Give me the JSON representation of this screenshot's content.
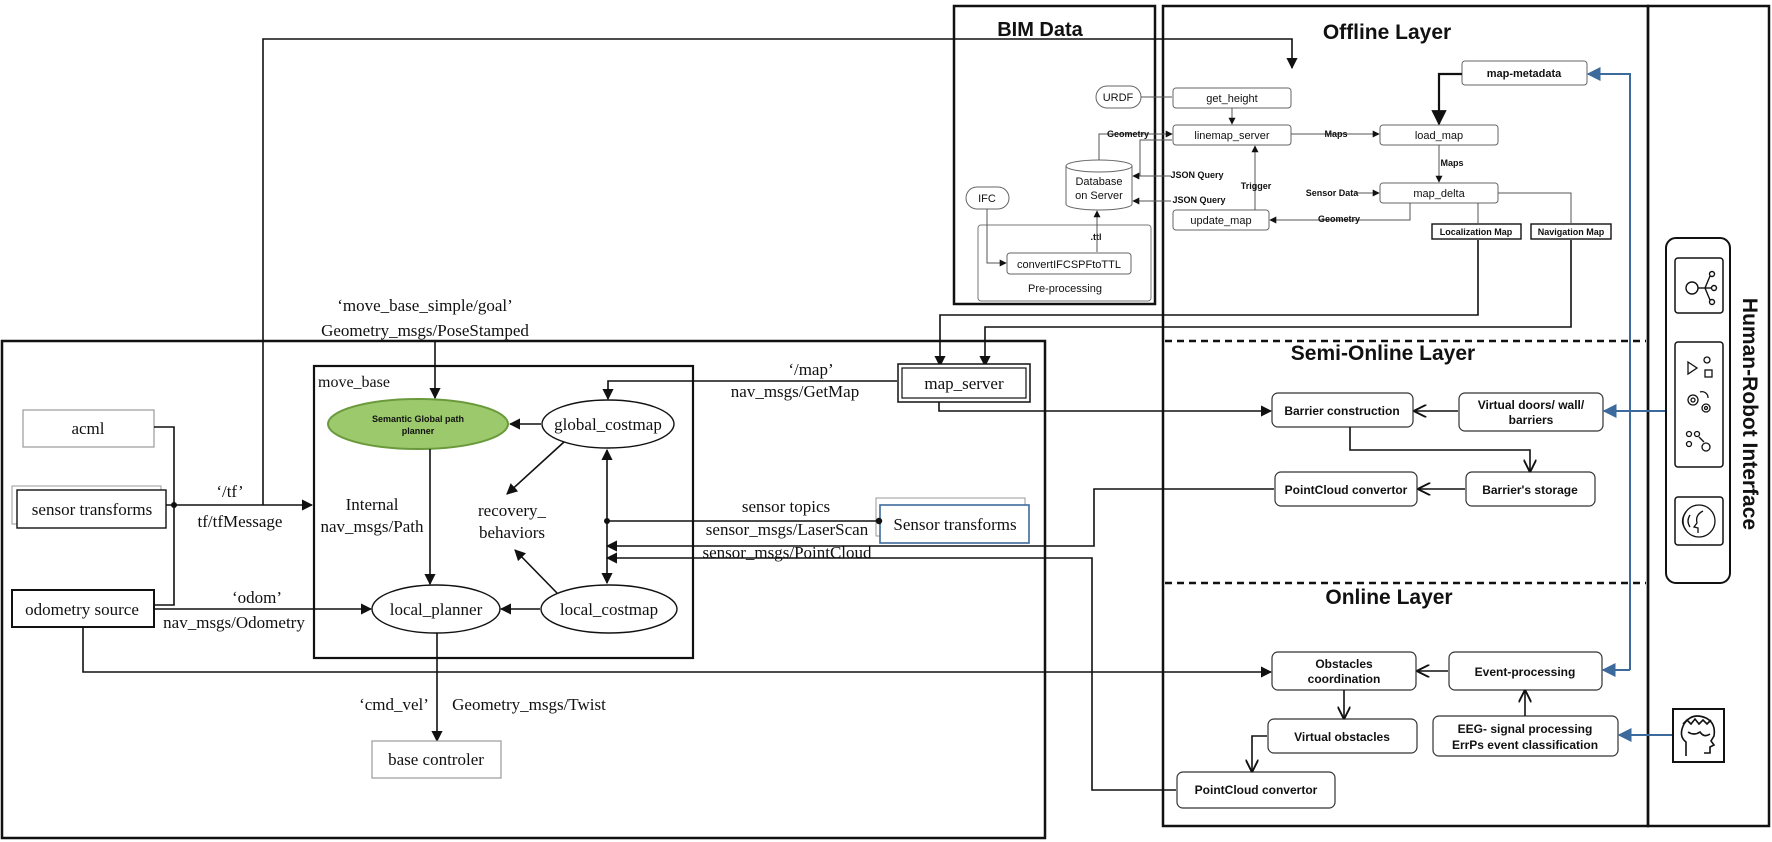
{
  "bim": {
    "title": "BIM Data",
    "urdf": "URDF",
    "ifc": "IFC",
    "db1": "Database",
    "db2": "on Server",
    "convert": "convertIFCSPFtoTTL",
    "preprocessing": "Pre-processing",
    "ttl": ".ttl"
  },
  "offline": {
    "title": "Offline Layer",
    "get_height": "get_height",
    "linemap_server": "linemap_server",
    "update_map": "update_map",
    "load_map": "load_map",
    "map_delta": "map_delta",
    "map_metadata": "map-metadata",
    "localization_map": "Localization Map",
    "navigation_map": "Navigation Map",
    "geometry": "Geometry",
    "maps": "Maps",
    "trigger": "Trigger",
    "json_query": "JSON Query",
    "sensor_data": "Sensor Data"
  },
  "semi": {
    "title": "Semi-Online Layer",
    "barrier_construction": "Barrier construction",
    "virtual_doors_1": "Virtual doors/ wall/",
    "virtual_doors_2": "barriers",
    "pointcloud": "PointCloud convertor",
    "barrier_storage": "Barrier's storage"
  },
  "online": {
    "title": "Online Layer",
    "obstacles_1": "Obstacles",
    "obstacles_2": "coordination",
    "event_processing": "Event-processing",
    "virtual_obstacles": "Virtual obstacles",
    "eeg_1": "EEG- signal processing",
    "eeg_2": "ErrPs event classification",
    "pointcloud": "PointCloud convertor"
  },
  "hri": {
    "title": "Human-Robot Interface"
  },
  "nav": {
    "goal_topic": "‘move_base_simple/goal’",
    "goal_type": "Geometry_msgs/PoseStamped",
    "move_base": "move_base",
    "semantic_1": "Semantic Global path",
    "semantic_2": "planner",
    "global_costmap": "global_costmap",
    "local_costmap": "local_costmap",
    "local_planner": "local_planner",
    "recovery_1": "recovery_",
    "recovery_2": "behaviors",
    "internal_1": "Internal",
    "internal_2": "nav_msgs/Path",
    "map_topic": "‘/map’",
    "map_type": "nav_msgs/GetMap",
    "map_server": "map_server",
    "sensor_topics": "sensor topics",
    "laserscan": "sensor_msgs/LaserScan",
    "pointcloud": "sensor_msgs/PointCloud",
    "sensor_transforms_right": "Sensor transforms",
    "acml": "acml",
    "sensor_transforms": "sensor transforms",
    "tf_topic": "‘/tf’",
    "tf_type": "tf/tfMessage",
    "odometry_source": "odometry source",
    "odom_topic": "‘odom’",
    "odom_type": "nav_msgs/Odometry",
    "cmd_vel": "‘cmd_vel’",
    "twist": "Geometry_msgs/Twist",
    "base_controller": "base controler"
  },
  "colors": {
    "planner_fill": "#9bc96b",
    "planner_stroke": "#6a9a3c",
    "hri_link": "#3d6a9c"
  }
}
